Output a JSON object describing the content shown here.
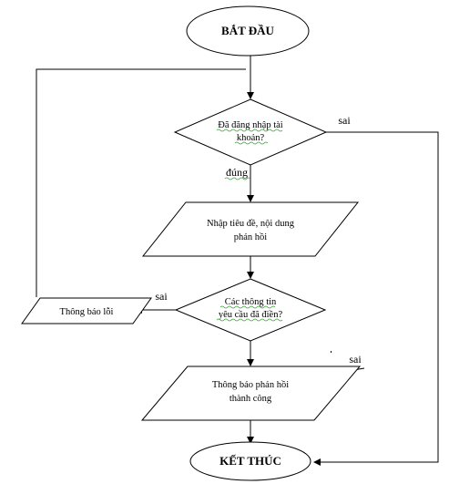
{
  "diagram": {
    "start": {
      "label": "BẮT ĐẦU"
    },
    "end": {
      "label": "KẾT THÚC"
    },
    "decision_login": {
      "lines": [
        "Đã đăng nhập tài",
        "khoản?"
      ]
    },
    "input_feedback": {
      "lines": [
        "Nhập tiêu đề, nội dung",
        "phản hồi"
      ]
    },
    "decision_required": {
      "lines": [
        "Các thông tin",
        "yêu cầu đã điền?"
      ]
    },
    "error_notice": {
      "label": "Thông báo lỗi"
    },
    "success_notice": {
      "lines": [
        "Thông báo phản hồi",
        "thành công"
      ]
    },
    "edges": {
      "login_yes": "đúng",
      "login_no": "sai",
      "required_no": "sai",
      "success_no": "sai"
    }
  },
  "colors": {
    "stroke": "#000000",
    "background": "#ffffff",
    "spellcheck_underline": "#3f9c3f"
  }
}
